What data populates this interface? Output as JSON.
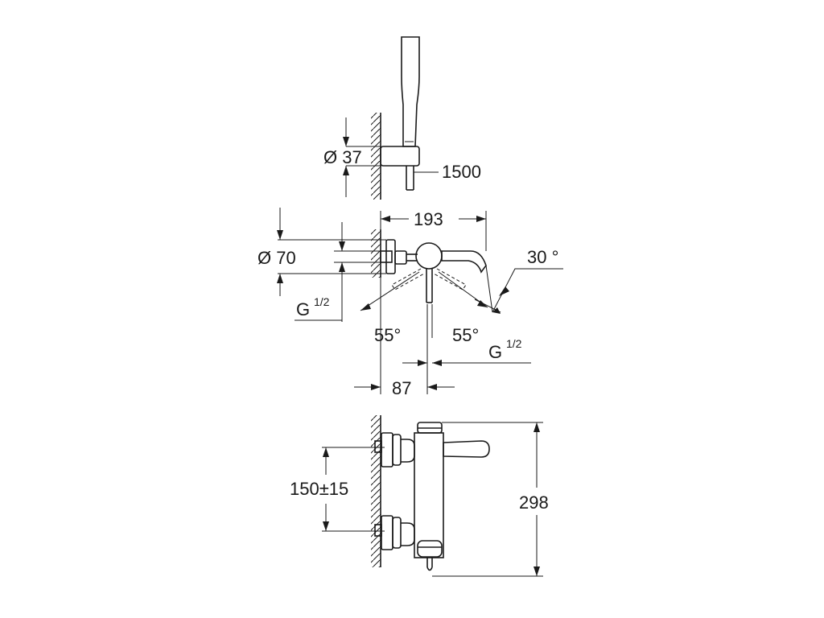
{
  "labels": {
    "diameter_37": "Ø 37",
    "length_1500": "1500",
    "width_193": "193",
    "diameter_70": "Ø 70",
    "angle_30": "30 °",
    "thread_left": "G",
    "thread_left_fraction": "1/2",
    "angle_left": "55°",
    "angle_right": "55°",
    "thread_right": "G",
    "thread_right_fraction": "1/2",
    "depth_87": "87",
    "spacing": "150±15",
    "height_298": "298"
  }
}
